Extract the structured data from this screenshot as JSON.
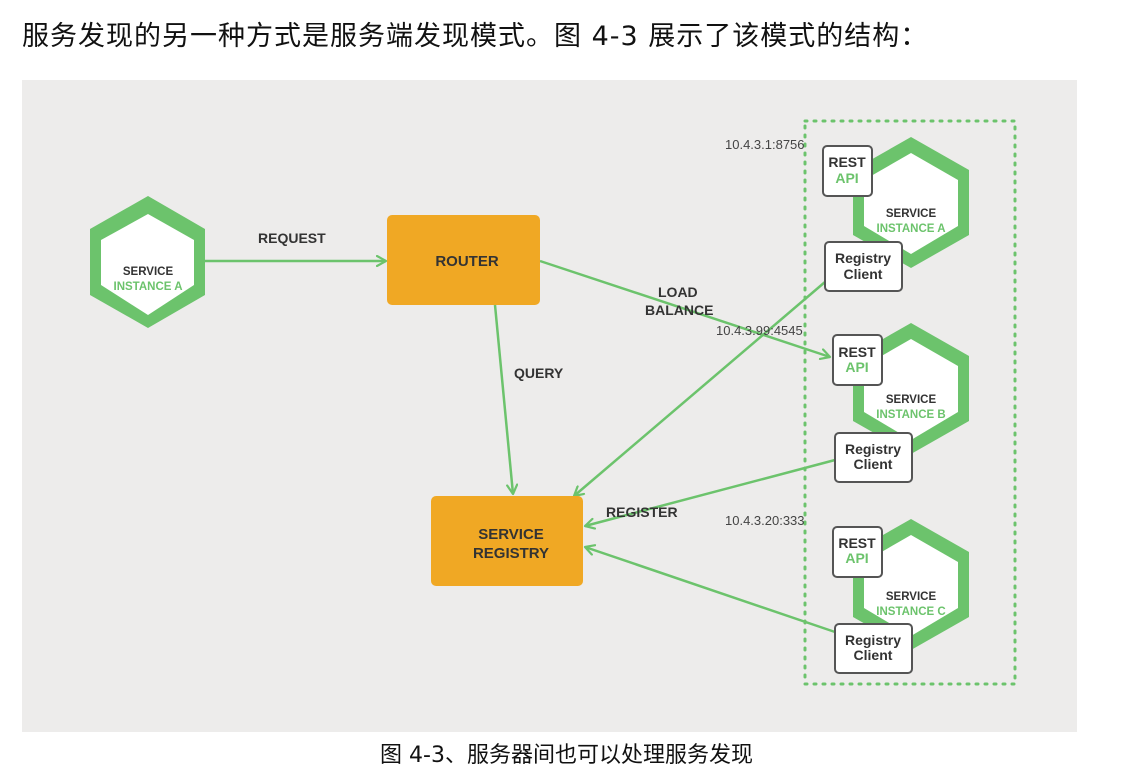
{
  "intro_text": "服务发现的另一种方式是服务端发现模式。图 4-3 展示了该模式的结构：",
  "caption": "图 4-3、服务器间也可以处理服务发现",
  "colors": {
    "green": "#6cc36c",
    "orange": "#f0a824",
    "panel": "#edeceb"
  },
  "diagram": {
    "client_service": {
      "line1": "SERVICE",
      "line2": "INSTANCE A"
    },
    "router": "ROUTER",
    "registry": {
      "line1": "SERVICE",
      "line2": "REGISTRY"
    },
    "edges": {
      "request": "REQUEST",
      "query": "QUERY",
      "load_balance_1": "LOAD",
      "load_balance_2": "BALANCE",
      "register": "REGISTER"
    },
    "instances": [
      {
        "ip": "10.4.3.1:8756",
        "rest": "REST",
        "api": "API",
        "service": "SERVICE",
        "name": "INSTANCE A",
        "client1": "Registry",
        "client2": "Client"
      },
      {
        "ip": "10.4.3.99:4545",
        "rest": "REST",
        "api": "API",
        "service": "SERVICE",
        "name": "INSTANCE B",
        "client1": "Registry",
        "client2": "Client"
      },
      {
        "ip": "10.4.3.20:333",
        "rest": "REST",
        "api": "API",
        "service": "SERVICE",
        "name": "INSTANCE C",
        "client1": "Registry",
        "client2": "Client"
      }
    ]
  }
}
